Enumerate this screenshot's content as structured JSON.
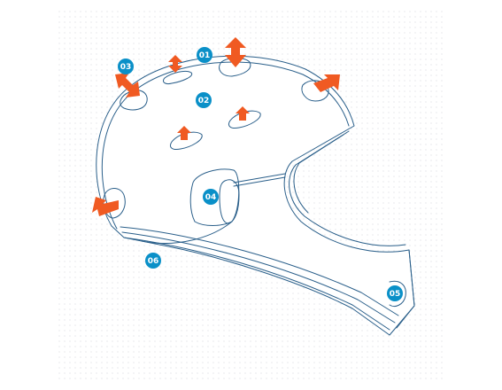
{
  "diagram": {
    "subject": "helmet-ventilation",
    "colors": {
      "outline": "#2a5f8a",
      "callout": "#0a90c8",
      "arrow": "#f05a22",
      "dot_grid": "#c8ccd0",
      "background": "#ffffff"
    },
    "callouts": [
      {
        "id": "c01",
        "label": "01"
      },
      {
        "id": "c02",
        "label": "02"
      },
      {
        "id": "c03",
        "label": "03"
      },
      {
        "id": "c04",
        "label": "04"
      },
      {
        "id": "c05",
        "label": "05"
      },
      {
        "id": "c06",
        "label": "06"
      }
    ],
    "arrows": [
      {
        "id": "a1",
        "type": "double",
        "direction": "vertical"
      },
      {
        "id": "a2",
        "type": "double",
        "direction": "vertical"
      },
      {
        "id": "a3",
        "type": "double",
        "direction": "diagonal"
      },
      {
        "id": "a4",
        "type": "single",
        "direction": "up-right"
      },
      {
        "id": "a5",
        "type": "single",
        "direction": "up"
      },
      {
        "id": "a6",
        "type": "single",
        "direction": "up"
      },
      {
        "id": "a7",
        "type": "single",
        "direction": "down-left"
      }
    ]
  }
}
